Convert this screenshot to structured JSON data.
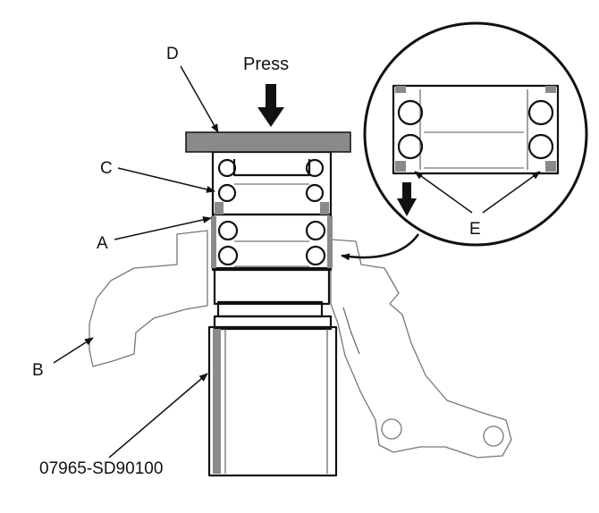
{
  "labels": {
    "press": "Press",
    "a": "A",
    "b": "B",
    "c": "C",
    "d": "D",
    "e": "E",
    "tool": "07965-SD90100"
  }
}
